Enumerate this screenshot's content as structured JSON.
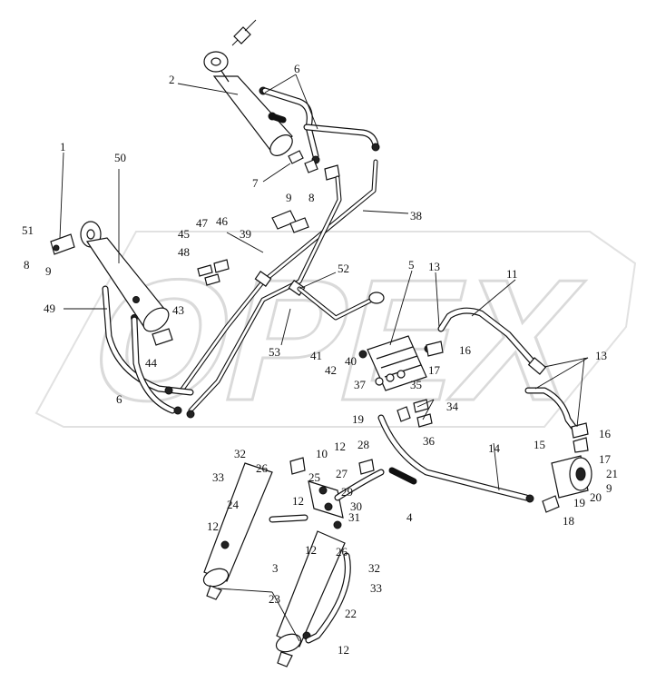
{
  "watermark": {
    "text": "OPEX"
  },
  "callouts": [
    {
      "id": "c1",
      "text": "1"
    },
    {
      "id": "c2",
      "text": "2"
    },
    {
      "id": "c6a",
      "text": "6"
    },
    {
      "id": "c7",
      "text": "7"
    },
    {
      "id": "c9a",
      "text": "9"
    },
    {
      "id": "c8a",
      "text": "8"
    },
    {
      "id": "c50",
      "text": "50"
    },
    {
      "id": "c51",
      "text": "51"
    },
    {
      "id": "c8b",
      "text": "8"
    },
    {
      "id": "c9b",
      "text": "9"
    },
    {
      "id": "c45",
      "text": "45"
    },
    {
      "id": "c47",
      "text": "47"
    },
    {
      "id": "c46",
      "text": "46"
    },
    {
      "id": "c48",
      "text": "48"
    },
    {
      "id": "c39",
      "text": "39"
    },
    {
      "id": "c38",
      "text": "38"
    },
    {
      "id": "c52",
      "text": "52"
    },
    {
      "id": "c5",
      "text": "5"
    },
    {
      "id": "c13a",
      "text": "13"
    },
    {
      "id": "c11",
      "text": "11"
    },
    {
      "id": "c49",
      "text": "49"
    },
    {
      "id": "c43",
      "text": "43"
    },
    {
      "id": "c44",
      "text": "44"
    },
    {
      "id": "c53",
      "text": "53"
    },
    {
      "id": "c41",
      "text": "41"
    },
    {
      "id": "c42",
      "text": "42"
    },
    {
      "id": "c40",
      "text": "40"
    },
    {
      "id": "c16a",
      "text": "16"
    },
    {
      "id": "c17a",
      "text": "17"
    },
    {
      "id": "c13b",
      "text": "13"
    },
    {
      "id": "c37",
      "text": "37"
    },
    {
      "id": "c35",
      "text": "35"
    },
    {
      "id": "c6b",
      "text": "6"
    },
    {
      "id": "c19a",
      "text": "19"
    },
    {
      "id": "c34",
      "text": "34"
    },
    {
      "id": "c36",
      "text": "36"
    },
    {
      "id": "c15",
      "text": "15"
    },
    {
      "id": "c16b",
      "text": "16"
    },
    {
      "id": "c32a",
      "text": "32"
    },
    {
      "id": "c10",
      "text": "10"
    },
    {
      "id": "c12a",
      "text": "12"
    },
    {
      "id": "c28",
      "text": "28"
    },
    {
      "id": "c14",
      "text": "14"
    },
    {
      "id": "c17b",
      "text": "17"
    },
    {
      "id": "c21",
      "text": "21"
    },
    {
      "id": "c33a",
      "text": "33"
    },
    {
      "id": "c26a",
      "text": "26"
    },
    {
      "id": "c25",
      "text": "25"
    },
    {
      "id": "c27",
      "text": "27"
    },
    {
      "id": "c20",
      "text": "20"
    },
    {
      "id": "c9c",
      "text": "9"
    },
    {
      "id": "c24",
      "text": "24"
    },
    {
      "id": "c29",
      "text": "29"
    },
    {
      "id": "c12b",
      "text": "12"
    },
    {
      "id": "c30",
      "text": "30"
    },
    {
      "id": "c4",
      "text": "4"
    },
    {
      "id": "c31",
      "text": "31"
    },
    {
      "id": "c19b",
      "text": "19"
    },
    {
      "id": "c18",
      "text": "18"
    },
    {
      "id": "c12c",
      "text": "12"
    },
    {
      "id": "c12d",
      "text": "12"
    },
    {
      "id": "c26b",
      "text": "26"
    },
    {
      "id": "c3",
      "text": "3"
    },
    {
      "id": "c32b",
      "text": "32"
    },
    {
      "id": "c33b",
      "text": "33"
    },
    {
      "id": "c23",
      "text": "23"
    },
    {
      "id": "c22",
      "text": "22"
    },
    {
      "id": "c12e",
      "text": "12"
    }
  ]
}
